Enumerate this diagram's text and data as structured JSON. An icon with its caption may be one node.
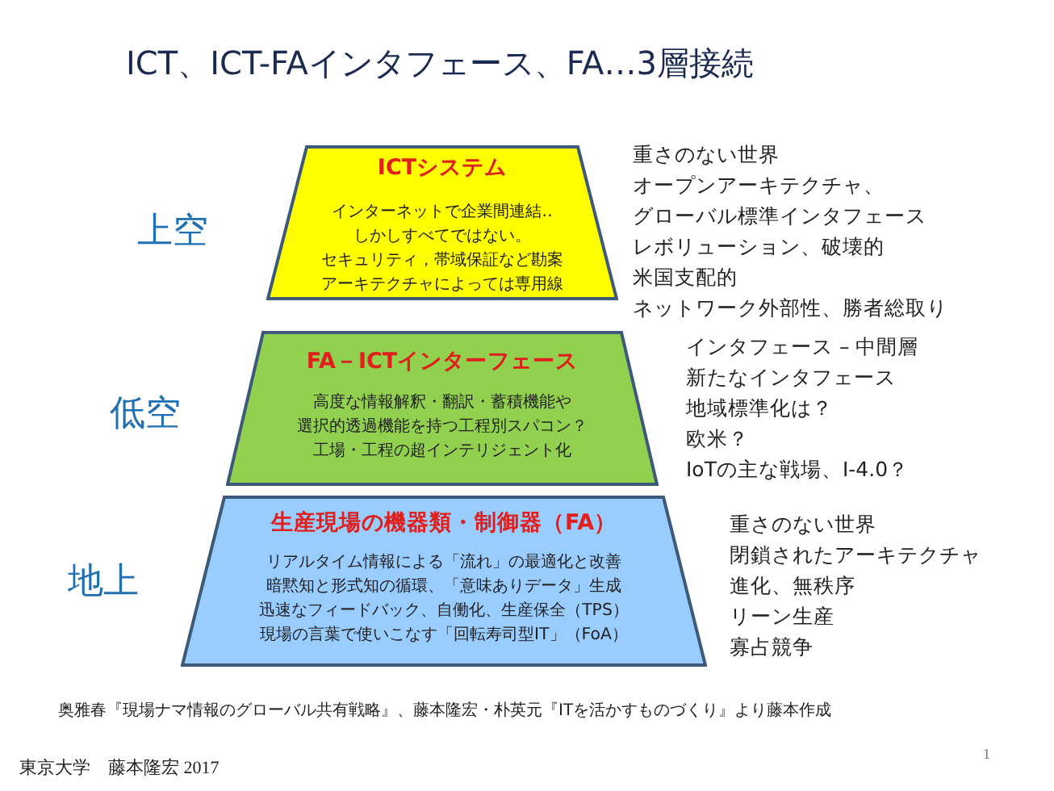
{
  "diagram": {
    "title": "ICT、ICT-FAインタフェース、FA…3層接続",
    "nodes": [
      {
        "text": [
          "ICTシステム",
          "インターネットで企業間連結‥しかしすべてではない。セキュリティ，帯域保証など勘案アーキテクチャによっては専用線"
        ],
        "beside": [
          "重さのない世界",
          "オープンアーキテクチャ、",
          "グローバル標準インタフェース",
          "レボリューション、破壊的",
          "米国支配的",
          "ネットワーク外部性、勝者総取り"
        ]
      },
      {
        "text": [
          "FA－ICTインターフェース",
          "高度な情報解釈・翻訳・蓄積機能や選択的透過機能を持つ工程別スパコン？工場・工程の超インテリジェント化"
        ],
        "beside": [
          "インタフェース – 中間層",
          "新たなインタフェース",
          "地域標準化は？",
          "欧米？",
          "IoTの主な戦場、I-4.0？"
        ]
      },
      {
        "text": [
          "生産現場の機器類・制御器（FA）",
          "リアルタイム情報による「流れ」の最適化と改善暗黙知と形式知の循環、「意味ありデータ」生成迅速なフィードバック、自働化、生産保全（TPS）現場の言葉で使いこなす「回転寿司型IT」（FoA）"
        ],
        "beside": [
          "重さのない世界",
          "閉鎖されたアーキテクチャ",
          "進化、無秩序",
          "リーン生産",
          "寡占競争"
        ]
      }
    ],
    "edges": [],
    "labels": [
      "上空",
      "低空",
      "地上",
      "奥雅春『現場ナマ情報のグローバル共有戦略』、藤本隆宏・朴英元『ITを活かすものづくり』より藤本作成",
      "東京大学　藤本隆宏 2017",
      "1"
    ]
  }
}
